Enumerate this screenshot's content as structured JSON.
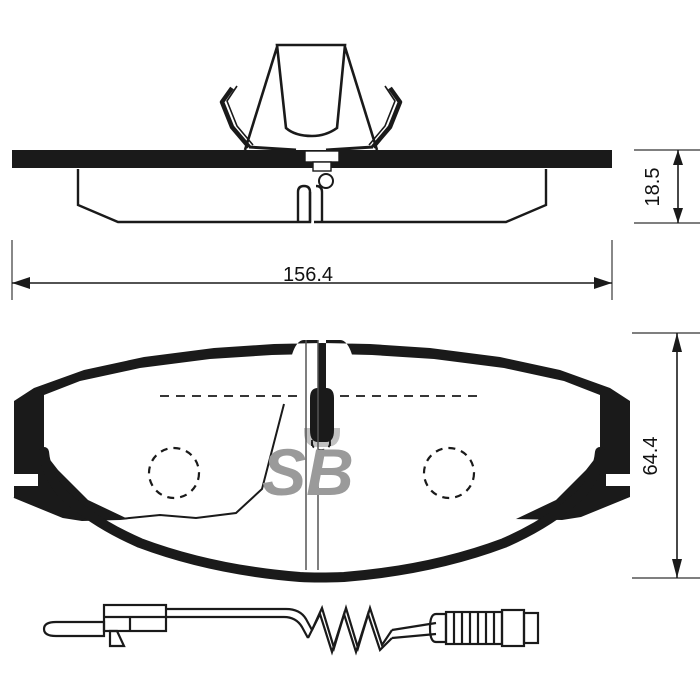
{
  "drawing": {
    "title": "Brake Pad Set Technical Drawing",
    "brand_logo_text": "SB",
    "views": {
      "top": "retaining-spring-clip-top-view",
      "side": "backing-plate-side-profile",
      "front": "brake-pad-front-view",
      "sensor": "wear-sensor-cable-assembly"
    }
  },
  "dimensions": {
    "thickness": {
      "label": "18.5",
      "name": "pad-thickness-dimension",
      "orientation": "vertical"
    },
    "length": {
      "label": "156.4",
      "name": "pad-length-dimension",
      "orientation": "horizontal"
    },
    "height": {
      "label": "64.4",
      "name": "pad-height-dimension",
      "orientation": "vertical"
    }
  },
  "colors": {
    "line": "#1a1a1a",
    "fill_dark": "#1a1a1a",
    "logo_gray": "#9a9a9a",
    "bar_gray": "#c2c2c2",
    "background": "#ffffff",
    "dim_line": "#555555"
  }
}
